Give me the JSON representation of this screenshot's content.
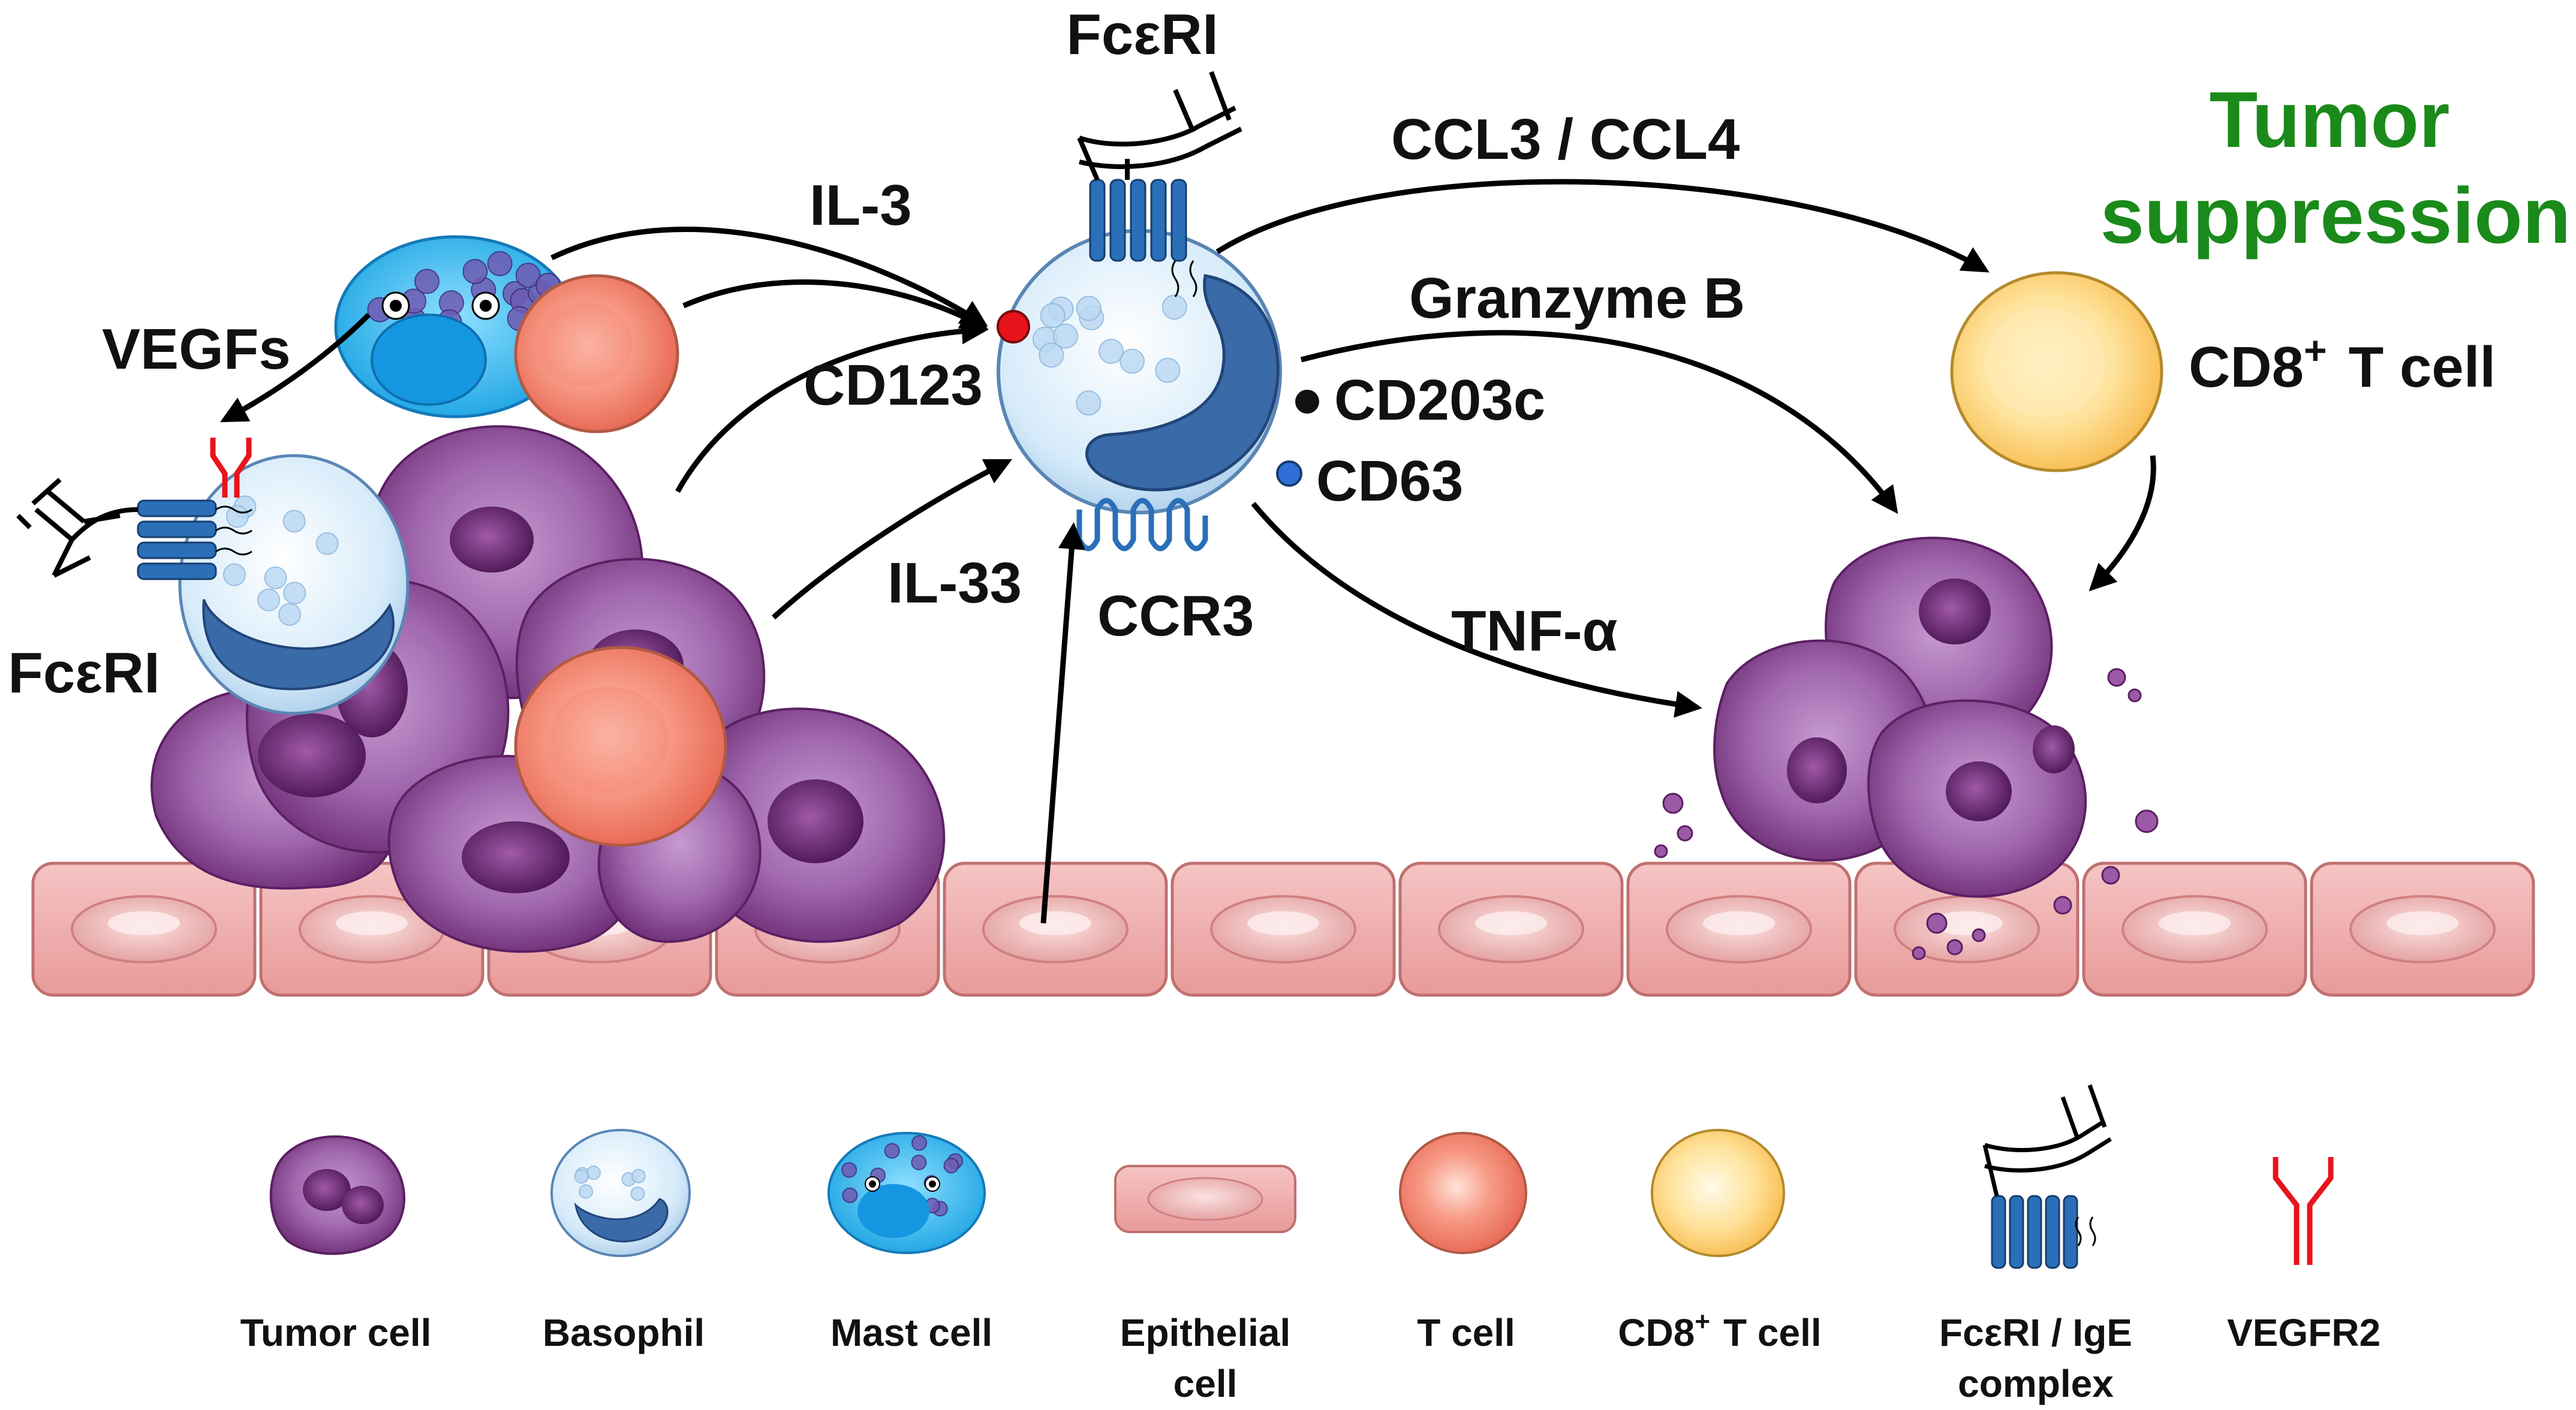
{
  "title": {
    "line1": "Tumor",
    "line2": "suppression",
    "color": "#1a8a1a"
  },
  "receptor_labels": {
    "fceri_top": "FcεRI",
    "fceri_left": "FcεRI"
  },
  "surface_markers": {
    "cd123": "CD123",
    "cd203c": "CD203c",
    "cd63": "CD63",
    "ccr3": "CCR3",
    "cd123_color": "#e8141b",
    "cd203c_color": "#111111",
    "cd63_color": "#2f6fd6"
  },
  "signals": {
    "il3": "IL-3",
    "il33": "IL-33",
    "vegfs": "VEGFs",
    "ccl": "CCL3 / CCL4",
    "granzyme": "Granzyme B",
    "tnf": "TNF-α"
  },
  "cd8_label": {
    "prefix": "CD8",
    "sup": "+",
    "suffix": "T cell"
  },
  "legend": [
    {
      "label": "Tumor  cell",
      "icon": "tumor-cell-icon"
    },
    {
      "label": "Basophil",
      "icon": "basophil-icon"
    },
    {
      "label": "Mast  cell",
      "icon": "mast-cell-icon"
    },
    {
      "label": "Epithelial",
      "label2": "cell",
      "icon": "epithelial-cell-icon"
    },
    {
      "label": "T cell",
      "icon": "t-cell-icon"
    },
    {
      "label": "CD8",
      "sup": "+",
      "label_suffix": "T cell",
      "icon": "cd8-t-cell-icon"
    },
    {
      "label": "FcεRI / IgE",
      "label2": "complex",
      "icon": "fceri-ige-complex-icon"
    },
    {
      "label": "VEGFR2",
      "icon": "vegfr2-icon"
    }
  ],
  "colors": {
    "tumor": "#8e3f8e",
    "tumor_dark": "#5b1f63",
    "basophil": "#cfe6f8",
    "granule": "#3a6aa8",
    "mast": "#2ab3ee",
    "epithelial": "#f0b0b0",
    "tcell": "#f58c7a",
    "cd8": "#ffd27a",
    "receptor": "#2a6fb8",
    "vegfr2": "#e8141b"
  }
}
